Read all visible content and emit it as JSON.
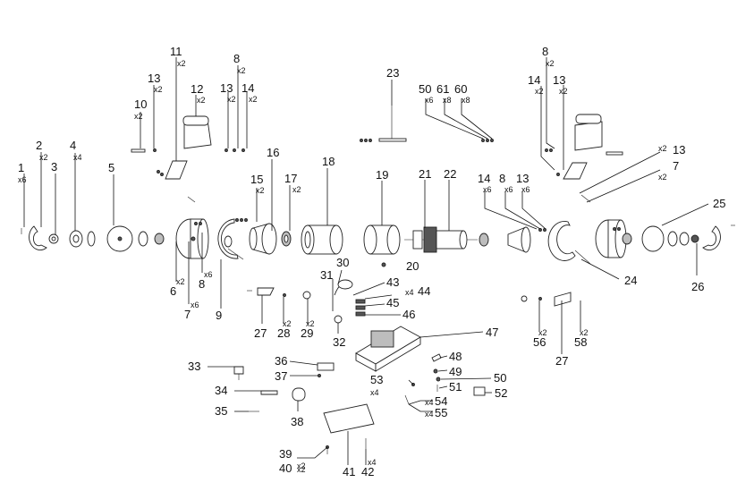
{
  "diagram": {
    "labels": [
      {
        "id": "1",
        "num": "1",
        "qty": "x6"
      },
      {
        "id": "2",
        "num": "2",
        "qty": "x2"
      },
      {
        "id": "3",
        "num": "3",
        "qty": ""
      },
      {
        "id": "4",
        "num": "4",
        "qty": "x4"
      },
      {
        "id": "5",
        "num": "5",
        "qty": ""
      },
      {
        "id": "10",
        "num": "10",
        "qty": "x2"
      },
      {
        "id": "13a",
        "num": "13",
        "qty": "x2"
      },
      {
        "id": "11",
        "num": "11",
        "qty": "x2"
      },
      {
        "id": "12",
        "num": "12",
        "qty": "x2"
      },
      {
        "id": "8a",
        "num": "8",
        "qty": "x2"
      },
      {
        "id": "13b",
        "num": "13",
        "qty": "x2"
      },
      {
        "id": "14a",
        "num": "14",
        "qty": "x2"
      },
      {
        "id": "6",
        "num": "6",
        "qty": "x2"
      },
      {
        "id": "8b",
        "num": "8",
        "qty": "x6"
      },
      {
        "id": "7a",
        "num": "7",
        "qty": "x6"
      },
      {
        "id": "9",
        "num": "9",
        "qty": ""
      },
      {
        "id": "15",
        "num": "15",
        "qty": "x2"
      },
      {
        "id": "16",
        "num": "16",
        "qty": ""
      },
      {
        "id": "17",
        "num": "17",
        "qty": "x2"
      },
      {
        "id": "18",
        "num": "18",
        "qty": ""
      },
      {
        "id": "19",
        "num": "19",
        "qty": ""
      },
      {
        "id": "20",
        "num": "20",
        "qty": ""
      },
      {
        "id": "21",
        "num": "21",
        "qty": ""
      },
      {
        "id": "22",
        "num": "22",
        "qty": ""
      },
      {
        "id": "23",
        "num": "23",
        "qty": ""
      },
      {
        "id": "50a",
        "num": "50",
        "qty": "x6"
      },
      {
        "id": "61",
        "num": "61",
        "qty": "x8"
      },
      {
        "id": "60",
        "num": "60",
        "qty": "x8"
      },
      {
        "id": "8c",
        "num": "8",
        "qty": "x2"
      },
      {
        "id": "14b",
        "num": "14",
        "qty": "x2"
      },
      {
        "id": "13c",
        "num": "13",
        "qty": "x2"
      },
      {
        "id": "13d",
        "num": "13",
        "qty": "x2"
      },
      {
        "id": "7b",
        "num": "7",
        "qty": "x2"
      },
      {
        "id": "14c",
        "num": "14",
        "qty": "x6"
      },
      {
        "id": "8d",
        "num": "8",
        "qty": "x6"
      },
      {
        "id": "13e",
        "num": "13",
        "qty": "x6"
      },
      {
        "id": "25",
        "num": "25",
        "qty": ""
      },
      {
        "id": "24",
        "num": "24",
        "qty": ""
      },
      {
        "id": "26",
        "num": "26",
        "qty": ""
      },
      {
        "id": "27a",
        "num": "27",
        "qty": ""
      },
      {
        "id": "28",
        "num": "28",
        "qty": "x2"
      },
      {
        "id": "29",
        "num": "29",
        "qty": "x2"
      },
      {
        "id": "30",
        "num": "30",
        "qty": ""
      },
      {
        "id": "31",
        "num": "31",
        "qty": ""
      },
      {
        "id": "32",
        "num": "32",
        "qty": ""
      },
      {
        "id": "43",
        "num": "43",
        "qty": ""
      },
      {
        "id": "44",
        "num": "44",
        "qty": "x4"
      },
      {
        "id": "45",
        "num": "45",
        "qty": ""
      },
      {
        "id": "46",
        "num": "46",
        "qty": ""
      },
      {
        "id": "47",
        "num": "47",
        "qty": ""
      },
      {
        "id": "56",
        "num": "56",
        "qty": "x2"
      },
      {
        "id": "27b",
        "num": "27",
        "qty": ""
      },
      {
        "id": "58",
        "num": "58",
        "qty": "x2"
      },
      {
        "id": "33",
        "num": "33",
        "qty": ""
      },
      {
        "id": "34",
        "num": "34",
        "qty": ""
      },
      {
        "id": "35",
        "num": "35",
        "qty": ""
      },
      {
        "id": "36",
        "num": "36",
        "qty": ""
      },
      {
        "id": "37",
        "num": "37",
        "qty": ""
      },
      {
        "id": "38",
        "num": "38",
        "qty": ""
      },
      {
        "id": "39",
        "num": "39",
        "qty": "x2"
      },
      {
        "id": "40",
        "num": "40",
        "qty": "x2"
      },
      {
        "id": "41",
        "num": "41",
        "qty": ""
      },
      {
        "id": "42",
        "num": "42",
        "qty": "x4"
      },
      {
        "id": "48",
        "num": "48",
        "qty": ""
      },
      {
        "id": "49",
        "num": "49",
        "qty": ""
      },
      {
        "id": "50b",
        "num": "50",
        "qty": ""
      },
      {
        "id": "51",
        "num": "51",
        "qty": ""
      },
      {
        "id": "52",
        "num": "52",
        "qty": ""
      },
      {
        "id": "53",
        "num": "53",
        "qty": "x4"
      },
      {
        "id": "54",
        "num": "54",
        "qty": "x4"
      },
      {
        "id": "55",
        "num": "55",
        "qty": "x4"
      }
    ]
  }
}
